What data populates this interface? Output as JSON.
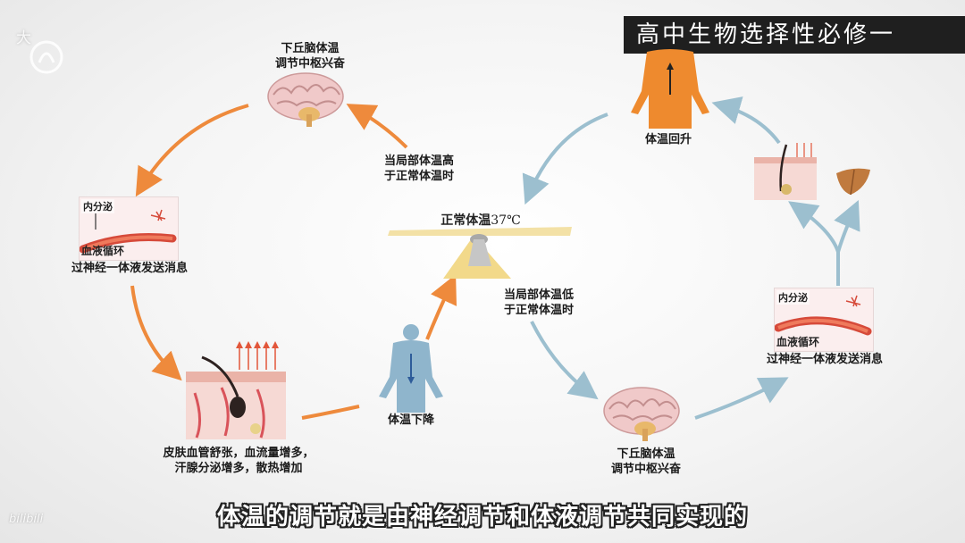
{
  "course_title": "高中生物选择性必修一",
  "channel_name": "大",
  "watermark": "bilibili",
  "subtitle": "体温的调节就是由神经调节和体液调节共同实现的",
  "center": {
    "label": "正常体温",
    "value": "37℃"
  },
  "left_cycle": {
    "trigger": [
      "当局部体温高",
      "于正常体温时"
    ],
    "hypothalamus": [
      "下丘脑体温",
      "调节中枢兴奋"
    ],
    "circulation": {
      "endocrine": "内分泌",
      "blood": "血液循环",
      "caption": "过神经一体液发送消息"
    },
    "skin": [
      "皮肤血管舒张，血流量增多，",
      "汗腺分泌增多，散热增加"
    ],
    "result": "体温下降"
  },
  "right_cycle": {
    "trigger": [
      "当局部体温低",
      "于正常体温时"
    ],
    "hypothalamus": [
      "下丘脑体温",
      "调节中枢兴奋"
    ],
    "circulation": {
      "endocrine": "内分泌",
      "blood": "血液循环",
      "caption": "过神经一体液发送消息"
    },
    "result": "体温回升"
  },
  "colors": {
    "warm_arrow": "#ee8a3c",
    "cool_arrow": "#9cbfcf",
    "body_warm": "#ee8a2e",
    "body_cool": "#8fb5cc",
    "balance": "#f2d98a"
  },
  "icons": [
    "brain-icon",
    "liver-icon",
    "blood-vessel-icon",
    "skin-icon",
    "human-body-icon",
    "balance-icon",
    "logo-icon"
  ]
}
